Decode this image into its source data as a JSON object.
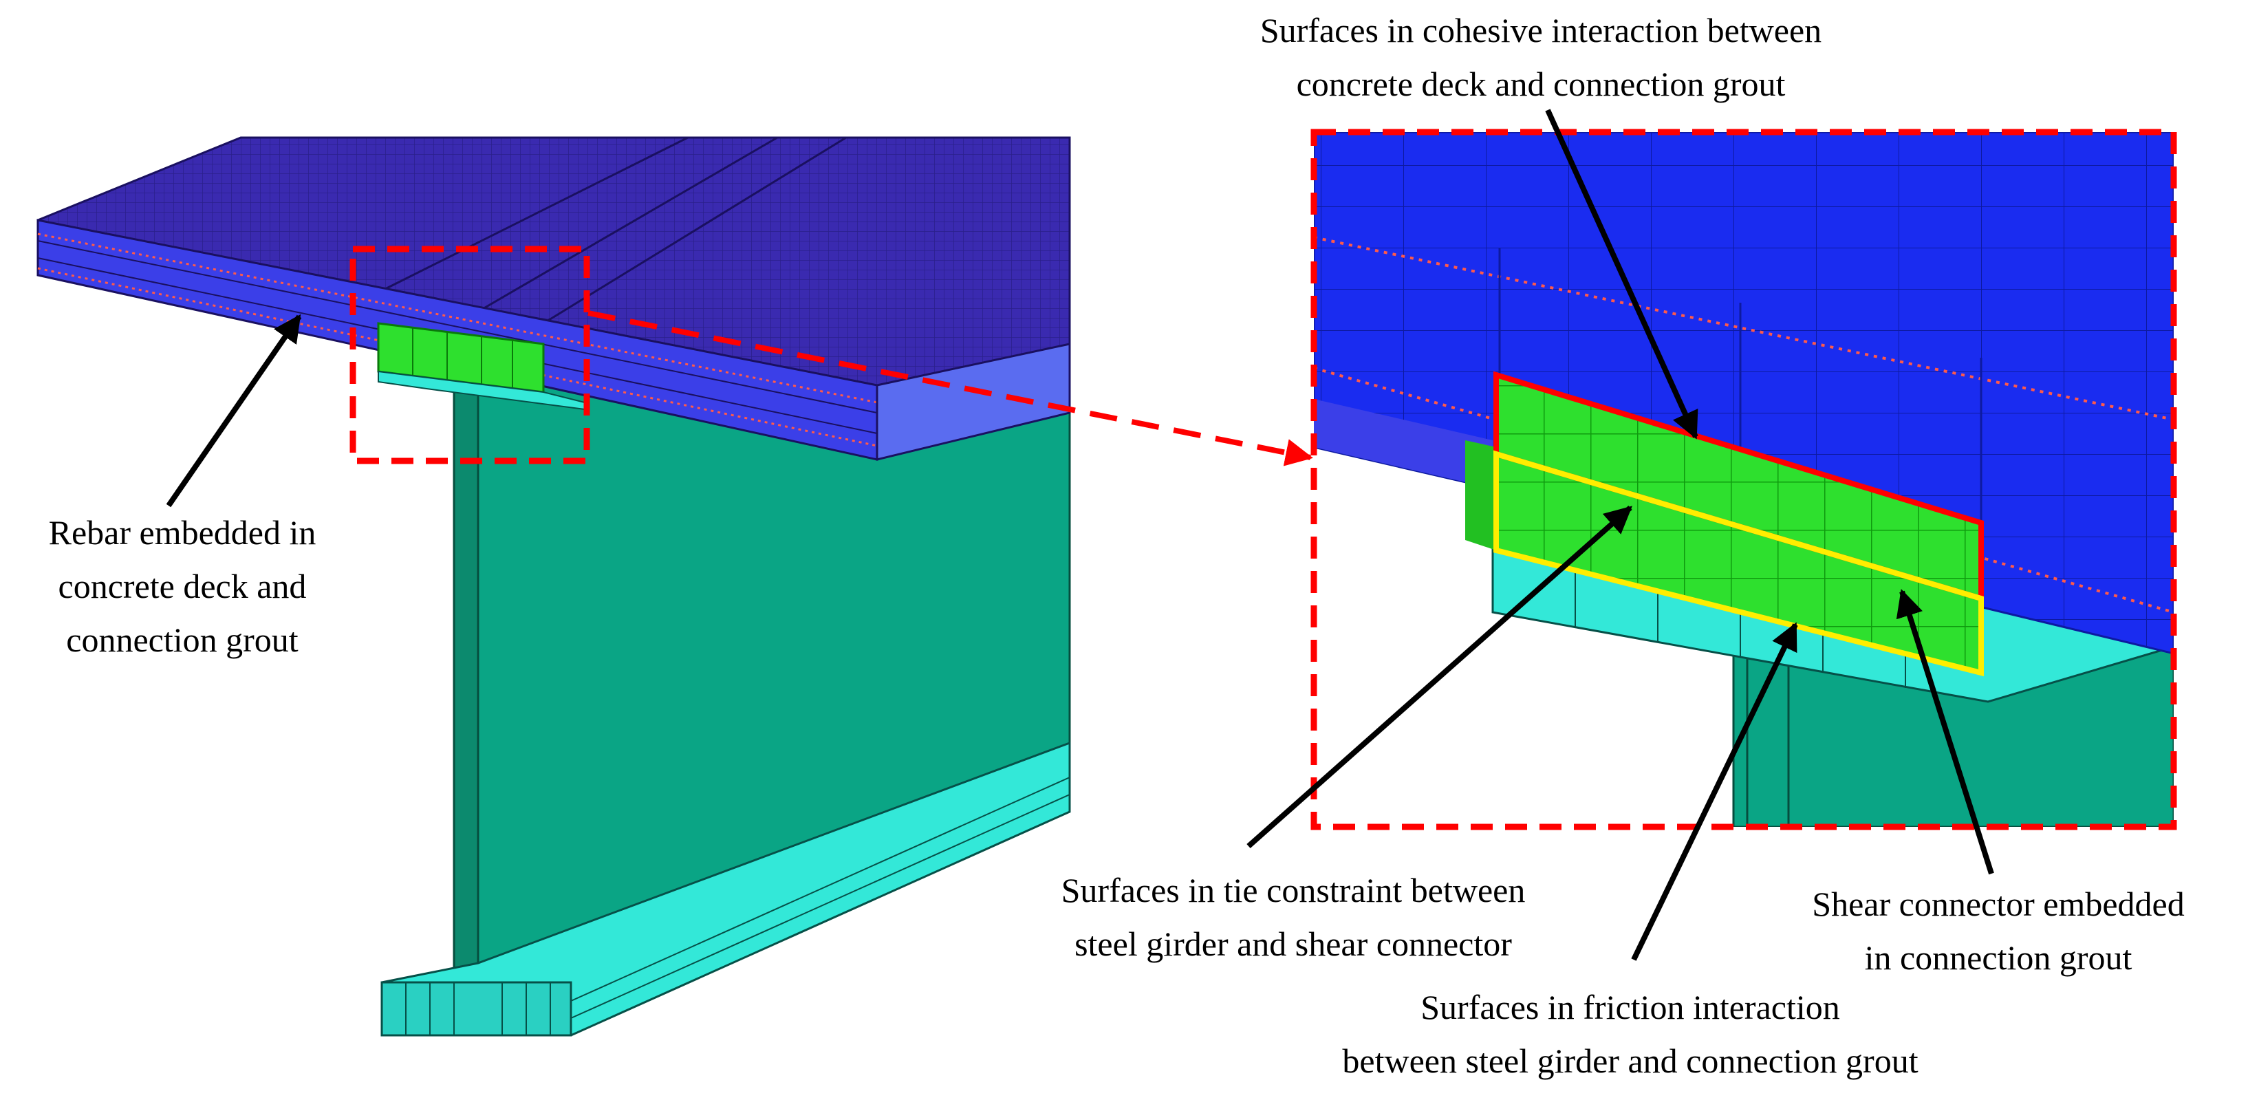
{
  "colors": {
    "deck_top": "#3a2ab0",
    "deck_side": "#3b3fe8",
    "deck_side_light": "#5a6cf0",
    "rebar": "#ff5a4a",
    "grout": "#22e022",
    "girder": "#0aa585",
    "flange": "#33e8d8",
    "callout_box": "#ff0000",
    "cohesive_outline": "#ff0000",
    "friction_outline": "#ffee00",
    "arrow": "#000000"
  },
  "labels": {
    "rebar": [
      "Rebar embedded in",
      "concrete deck and",
      "connection grout"
    ],
    "cohesive": [
      "Surfaces in cohesive interaction between",
      "concrete deck and connection grout"
    ],
    "tie": [
      "Surfaces in tie constraint between",
      "steel girder and shear connector"
    ],
    "shear": [
      "Shear connector embedded",
      "in connection grout"
    ],
    "friction": [
      "Surfaces in friction interaction",
      "between steel girder and connection grout"
    ]
  }
}
